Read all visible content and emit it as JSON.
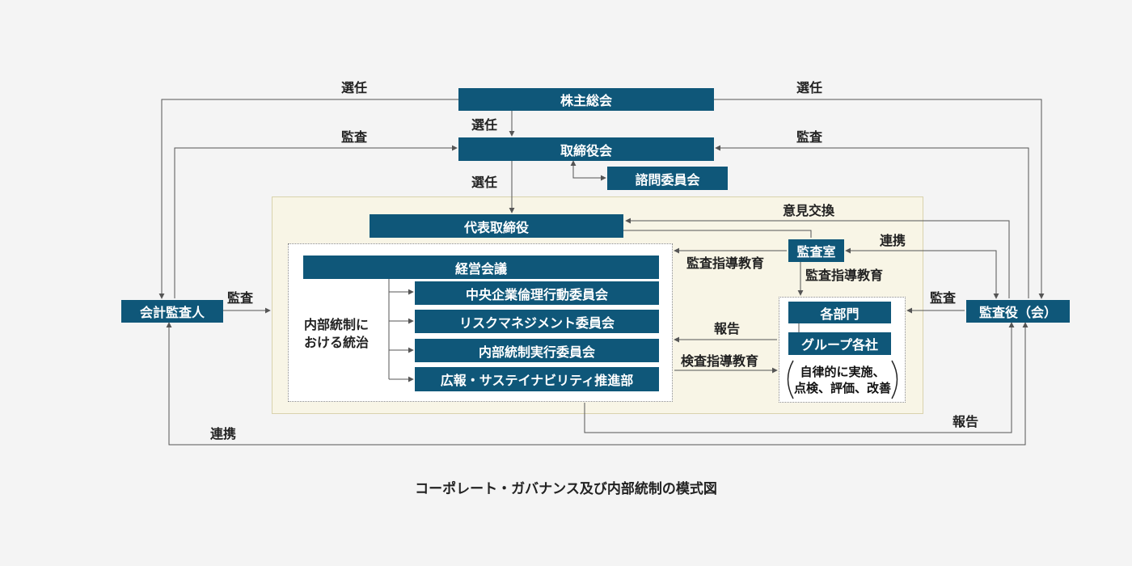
{
  "colors": {
    "box_fill": "#0f5779",
    "box_text": "#ffffff",
    "panel_beige": "#f8f5e6",
    "line": "#555555"
  },
  "boxes": {
    "shareholders_meeting": "株主総会",
    "board_of_directors": "取締役会",
    "advisory_committee": "諮問委員会",
    "representative_director": "代表取締役",
    "management_meeting": "経営会議",
    "ethics_committee": "中央企業倫理行動委員会",
    "risk_committee": "リスクマネジメント委員会",
    "internal_control_committee": "内部統制実行委員会",
    "sustainability_dept": "広報・サステイナビリティ推進部",
    "audit_office": "監査室",
    "departments": "各部門",
    "group_companies": "グループ各社",
    "accounting_auditor": "会計監査人",
    "audit_board": "監査役（会）"
  },
  "labels": {
    "elect_left": "選任",
    "elect_right": "選任",
    "elect_board": "選任",
    "elect_rep": "選任",
    "audit_left_top": "監査",
    "audit_right_top": "監査",
    "opinion_exchange": "意見交換",
    "coordination_right": "連携",
    "audit_guidance_left": "監査指導教育",
    "audit_guidance_down": "監査指導教育",
    "audit_to_group": "監査",
    "audit_accounting": "監査",
    "report_mid": "報告",
    "inspection_guidance": "検査指導教育",
    "report_bottom": "報告",
    "coordination_bottom": "連携",
    "internal_control_line1": "内部統制に",
    "internal_control_line2": "おける統治",
    "self_line1": "自律的に実施、",
    "self_line2": "点検、評価、改善"
  },
  "caption": "コーポレート・ガバナンス及び内部統制の模式図"
}
